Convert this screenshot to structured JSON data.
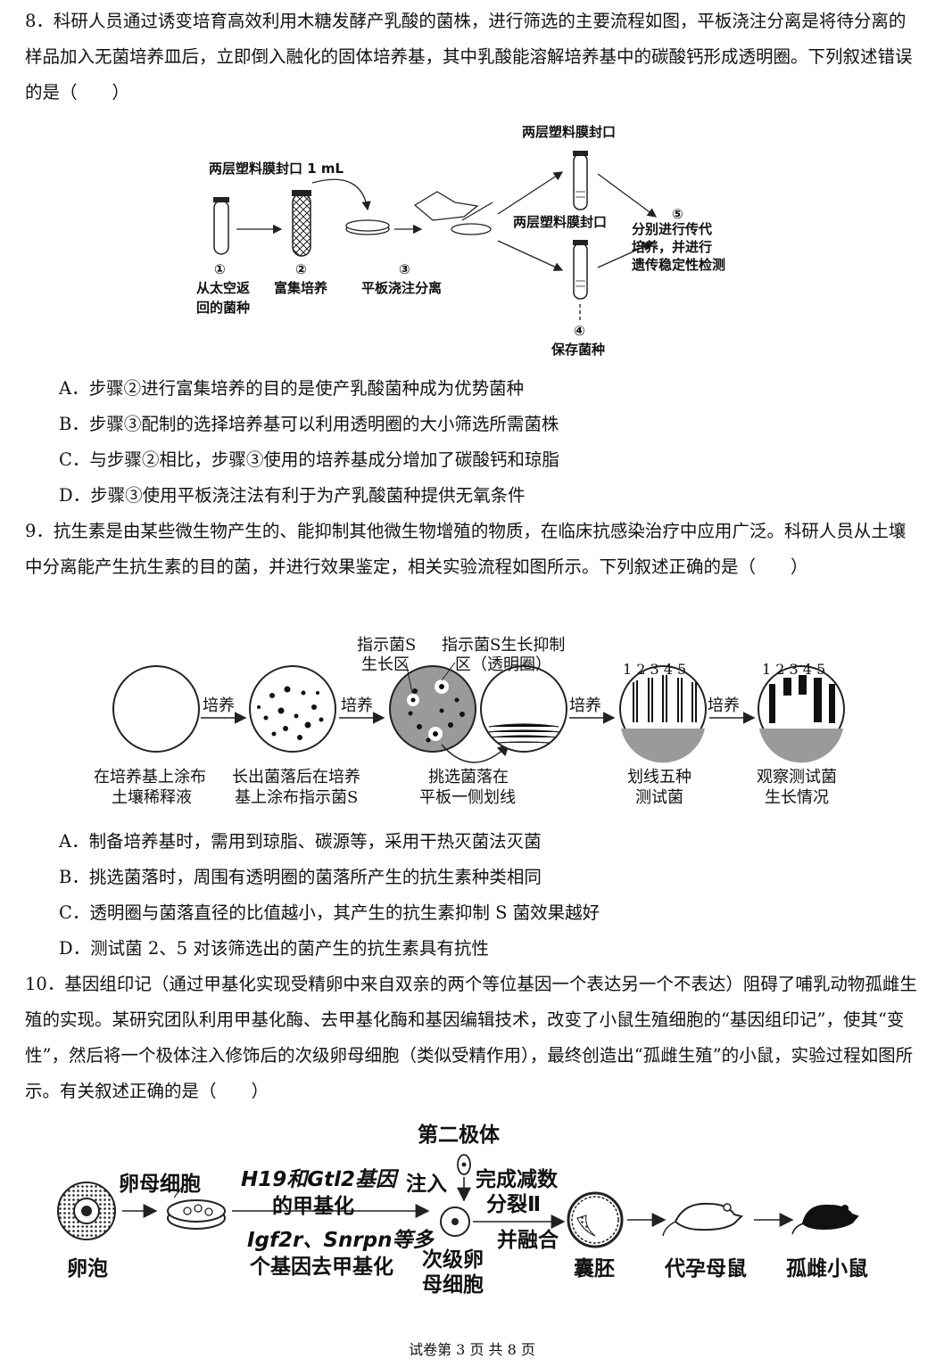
{
  "q8": {
    "stem": "8．科研人员通过诱变培育高效利用木糖发酵产乳酸的菌株，进行筛选的主要流程如图，平板浇注分离是将待分离的样品加入无菌培养皿后，立即倒入融化的固体培养基，其中乳酸能溶解培养基中的碳酸钙形成透明圈。下列叙述错误的是（　　）",
    "fig": {
      "seal_top": "两层塑料膜封口",
      "seal_mid": "两层塑料膜封口 1 mL",
      "seal_right": "两层塑料膜封口",
      "n1": "①",
      "l1a": "从太空返",
      "l1b": "回的菌种",
      "n2": "②",
      "l2": "富集培养",
      "n3": "③",
      "l3": "平板浇注分离",
      "n4": "④",
      "l4": "保存菌种",
      "n5": "⑤",
      "l5a": "分别进行传代",
      "l5b": "培养，并进行",
      "l5c": "遗传稳定性检测"
    },
    "options": [
      "A．步骤②进行富集培养的目的是使产乳酸菌种成为优势菌种",
      "B．步骤③配制的选择培养基可以利用透明圈的大小筛选所需菌株",
      "C．与步骤②相比，步骤③使用的培养基成分增加了碳酸钙和琼脂",
      "D．步骤③使用平板浇注法有利于为产乳酸菌种提供无氧条件"
    ]
  },
  "q9": {
    "stem": "9．抗生素是由某些微生物产生的、能抑制其他微生物增殖的物质，在临床抗感染治疗中应用广泛。科研人员从土壤中分离能产生抗生素的目的菌，并进行效果鉴定，相关实验流程如图所示。下列叙述正确的是（　　）",
    "fig": {
      "ind_zone_a": "指示菌S",
      "ind_zone_b": "生长区",
      "inhib_a": "指示菌S生长抑制",
      "inhib_b": "区（透明圈）",
      "arrow": "培养",
      "nums": "1 2 3 4 5",
      "c1a": "在培养基上涂布",
      "c1b": "土壤稀释液",
      "c2a": "长出菌落后在培养",
      "c2b": "基上涂布指示菌S",
      "c3a": "挑选菌落在",
      "c3b": "平板一侧划线",
      "c4a": "划线五种",
      "c4b": "测试菌",
      "c5a": "观察测试菌",
      "c5b": "生长情况"
    },
    "options": [
      "A．制备培养基时，需用到琼脂、碳源等，采用干热灭菌法灭菌",
      "B．挑选菌落时，周围有透明圈的菌落所产生的抗生素种类相同",
      "C．透明圈与菌落直径的比值越小，其产生的抗生素抑制 S 菌效果越好",
      "D．测试菌 2、5 对该筛选出的菌产生的抗生素具有抗性"
    ]
  },
  "q10": {
    "stem": "10．基因组印记（通过甲基化实现受精卵中来自双亲的两个等位基因一个表达另一个不表达）阻碍了哺乳动物孤雌生殖的实现。某研究团队利用甲基化酶、去甲基化酶和基因编辑技术，改变了小鼠生殖细胞的“基因组印记”，使其“变性”，然后将一个极体注入修饰后的次级卵母细胞（类似受精作用），最终创造出“孤雌生殖”的小鼠，实验过程如图所示。有关叙述正确的是（　　）",
    "fig": {
      "polar": "第二极体",
      "oocyte": "卵母细胞",
      "meth_a": "H19和Gtl2基因",
      "meth_b": "的甲基化",
      "demeth_a": "Igf2r、Snrpn等多",
      "demeth_b": "个基因去甲基化",
      "inject": "注入",
      "meiosis_a": "完成减数",
      "meiosis_b": "分裂Ⅱ",
      "fuse": "并融合",
      "follicle": "卵泡",
      "sec_a": "次级卵",
      "sec_b": "母细胞",
      "blast": "囊胚",
      "surrogate": "代孕母鼠",
      "pup": "孤雌小鼠"
    }
  },
  "footer": "试卷第 3 页 共 8 页"
}
